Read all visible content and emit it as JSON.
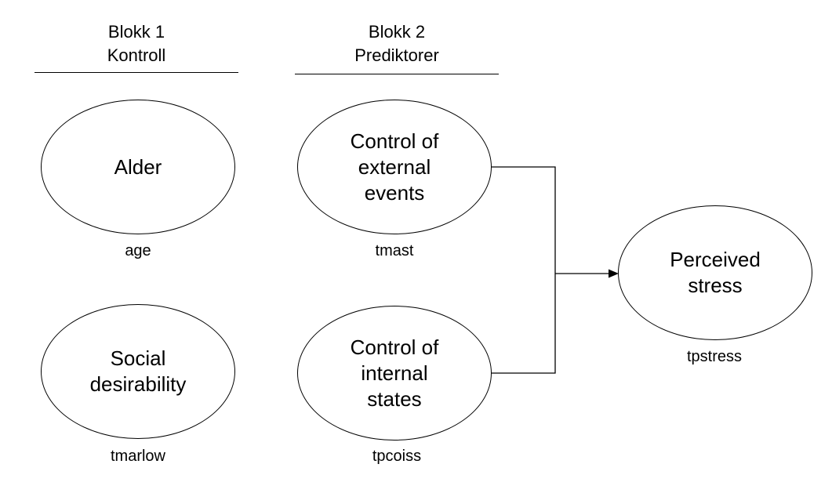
{
  "blocks": {
    "block1": {
      "title": "Blokk 1",
      "subtitle": "Kontroll"
    },
    "block2": {
      "title": "Blokk 2",
      "subtitle": "Prediktorer"
    }
  },
  "nodes": {
    "alder": {
      "label": "Alder",
      "variable": "age"
    },
    "social": {
      "label": "Social\ndesirability",
      "variable": "tmarlow"
    },
    "external": {
      "label": "Control of\nexternal\nevents",
      "variable": "tmast"
    },
    "internal": {
      "label": "Control of\ninternal\nstates",
      "variable": "tpcoiss"
    },
    "stress": {
      "label": "Perceived\nstress",
      "variable": "tpstress"
    }
  },
  "colors": {
    "stroke": "#000000",
    "background": "#ffffff"
  }
}
